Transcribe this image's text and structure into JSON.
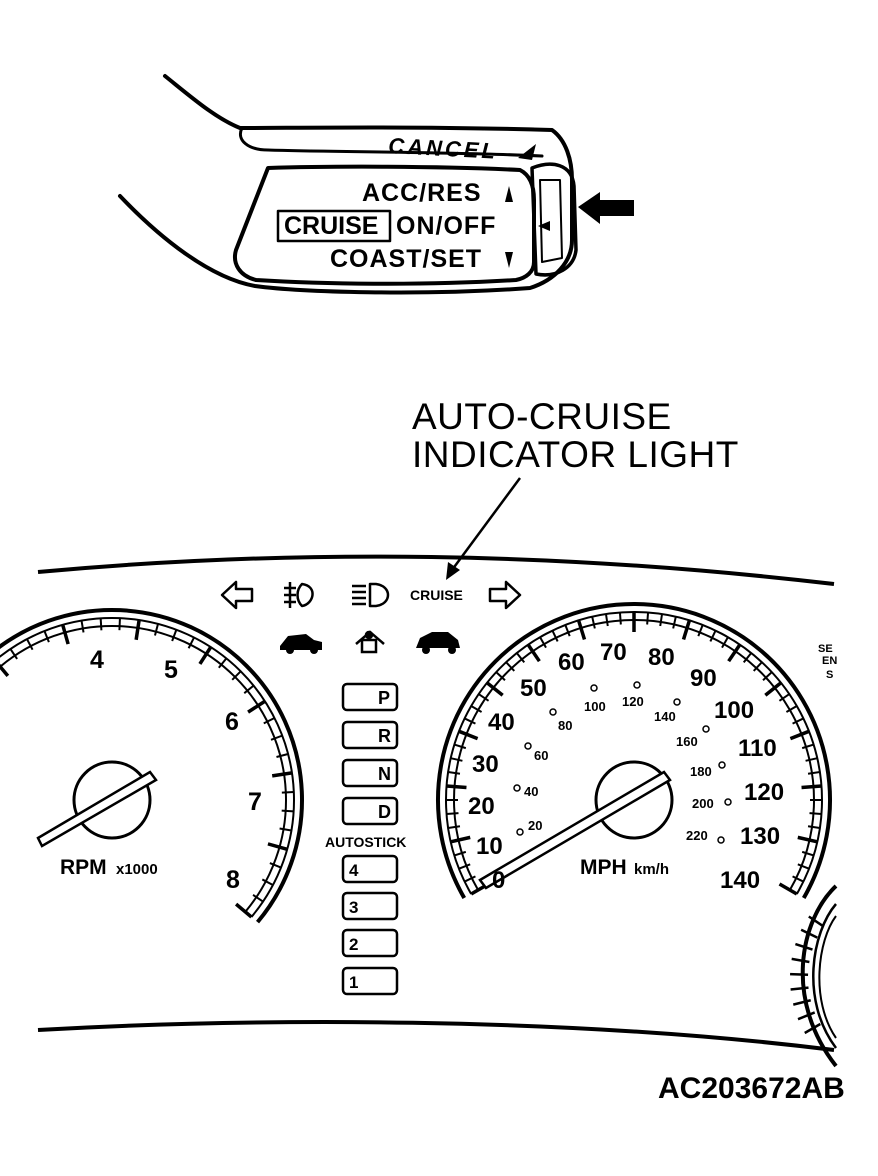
{
  "switch": {
    "cancel": "CANCEL",
    "acc_res": "ACC/RES",
    "cruise": "CRUISE",
    "on_off": "ON/OFF",
    "coast_set": "COAST/SET"
  },
  "callout": {
    "line1": "AUTO-CRUISE",
    "line2": "INDICATOR LIGHT"
  },
  "indicators": {
    "cruise": "CRUISE"
  },
  "tachometer": {
    "numbers": [
      "4",
      "5",
      "6",
      "7",
      "8"
    ],
    "label": "RPM",
    "unit": "x1000"
  },
  "gear": {
    "letters": [
      "P",
      "R",
      "N",
      "D"
    ],
    "autostick_label": "AUTOSTICK",
    "numbers": [
      "4",
      "3",
      "2",
      "1"
    ]
  },
  "speedometer": {
    "mph": [
      "0",
      "10",
      "20",
      "30",
      "40",
      "50",
      "60",
      "70",
      "80",
      "90",
      "100",
      "110",
      "120",
      "130",
      "140"
    ],
    "kmh": [
      "20",
      "40",
      "60",
      "80",
      "100",
      "120",
      "140",
      "160",
      "180",
      "200",
      "220"
    ],
    "label": "MPH",
    "unit": "km/h"
  },
  "side_label": [
    "SE",
    "EN",
    "S"
  ],
  "figure_id": "AC203672AB"
}
